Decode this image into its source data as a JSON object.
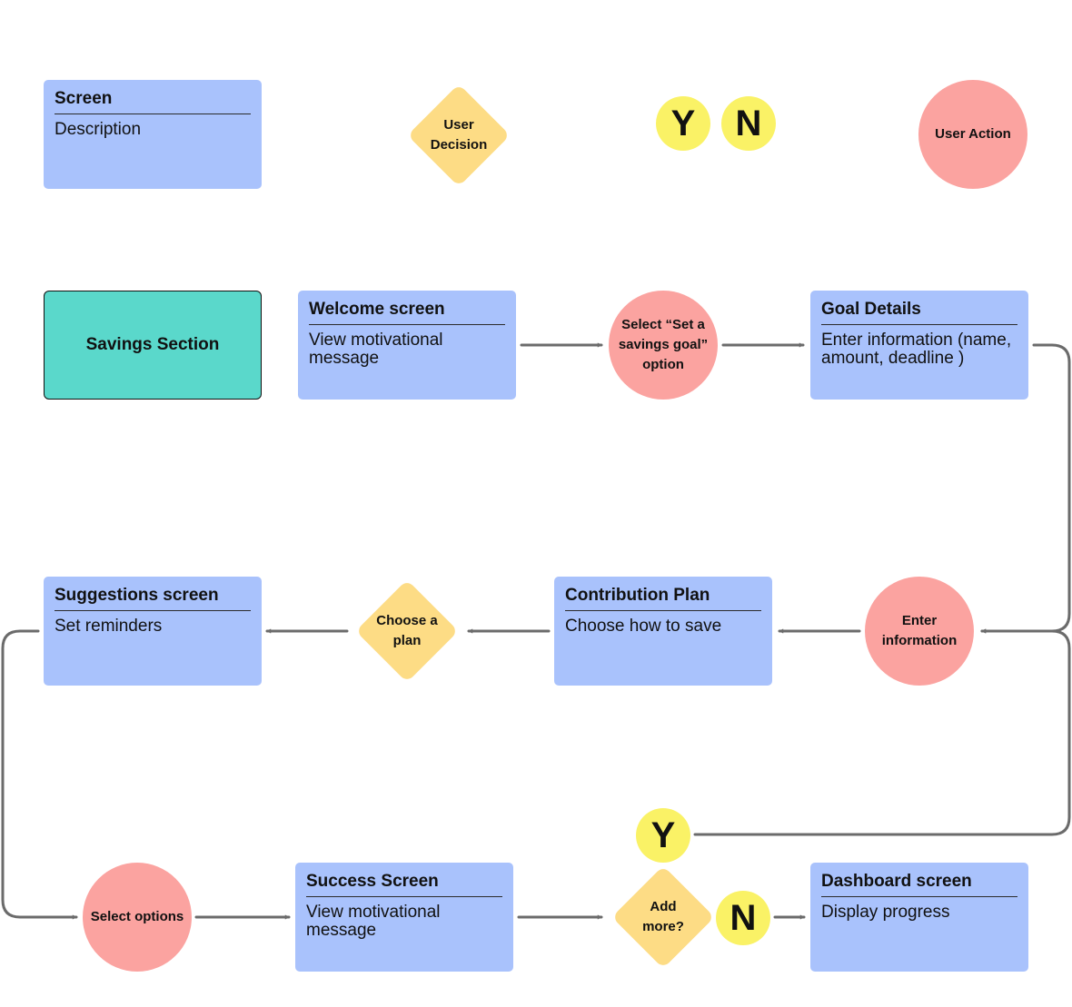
{
  "legend": {
    "screen_title": "Screen",
    "screen_desc": "Description",
    "decision_label": "User Decision",
    "yes": "Y",
    "no": "N",
    "action_label": "User Action"
  },
  "nodes": {
    "savings_section": "Savings Section",
    "welcome": {
      "title": "Welcome screen",
      "desc": "View motivational message"
    },
    "select_goal": "Select “Set a savings goal” option",
    "goal_details": {
      "title": "Goal Details",
      "desc": "Enter information (name, amount, deadline )"
    },
    "enter_info": "Enter information",
    "contribution": {
      "title": "Contribution Plan",
      "desc": "Choose how to save"
    },
    "choose_plan": "Choose a plan",
    "suggestions": {
      "title": "Suggestions screen",
      "desc": "Set reminders"
    },
    "select_options": "Select options",
    "success": {
      "title": "Success Screen",
      "desc": "View motivational message"
    },
    "add_more": "Add more?",
    "yes_branch": "Y",
    "no_branch": "N",
    "dashboard": {
      "title": "Dashboard screen",
      "desc": "Display progress"
    }
  },
  "colors": {
    "screen": "#a9c2fc",
    "section": "#5ad8cb",
    "action": "#fba3a0",
    "decision": "#fddc85",
    "yes_no": "#faf266",
    "connector": "#6b6b6b"
  }
}
